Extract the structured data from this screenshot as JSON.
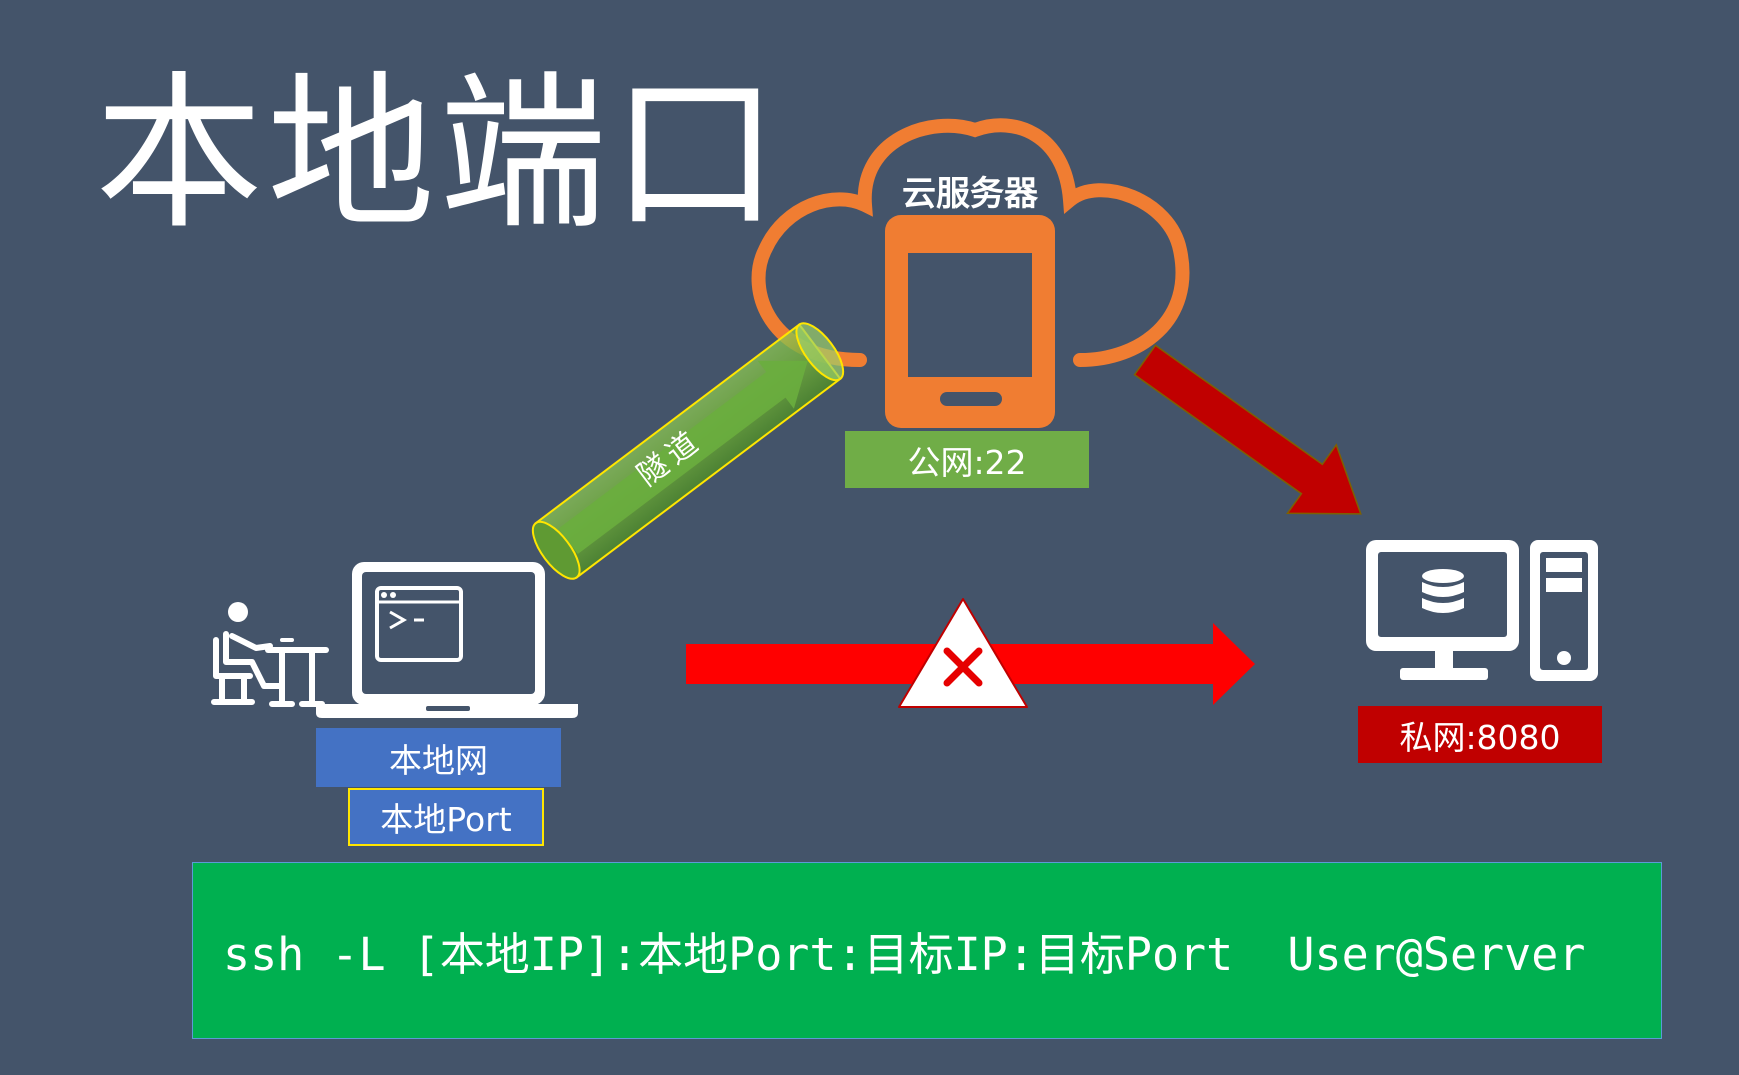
{
  "title": "本地端口",
  "cloud": {
    "label": "云服务器",
    "port_label": "公网:22"
  },
  "tunnel": {
    "label": "隧道"
  },
  "private_host": {
    "port_label": "私网:8080"
  },
  "local": {
    "network_label": "本地网",
    "port_label": "本地Port"
  },
  "command": "ssh -L [本地IP]:本地Port:目标IP:目标Port  User@Server",
  "colors": {
    "background": "#44546A",
    "cloud_orange": "#F07D32",
    "public_green": "#70AD47",
    "private_red": "#C00000",
    "local_blue": "#4472C4",
    "command_green": "#00B050",
    "blocked_arrow": "#FF0000",
    "forward_arrow": "#C00000",
    "tunnel_green": "#6AAE3E",
    "tunnel_outline": "#FFE600"
  },
  "icons": {
    "cloud": "cloud-outline-icon",
    "server": "mobile-server-icon",
    "laptop": "laptop-terminal-icon",
    "person": "person-at-desk-icon",
    "desktop": "desktop-database-icon",
    "blocked": "warning-x-icon"
  }
}
